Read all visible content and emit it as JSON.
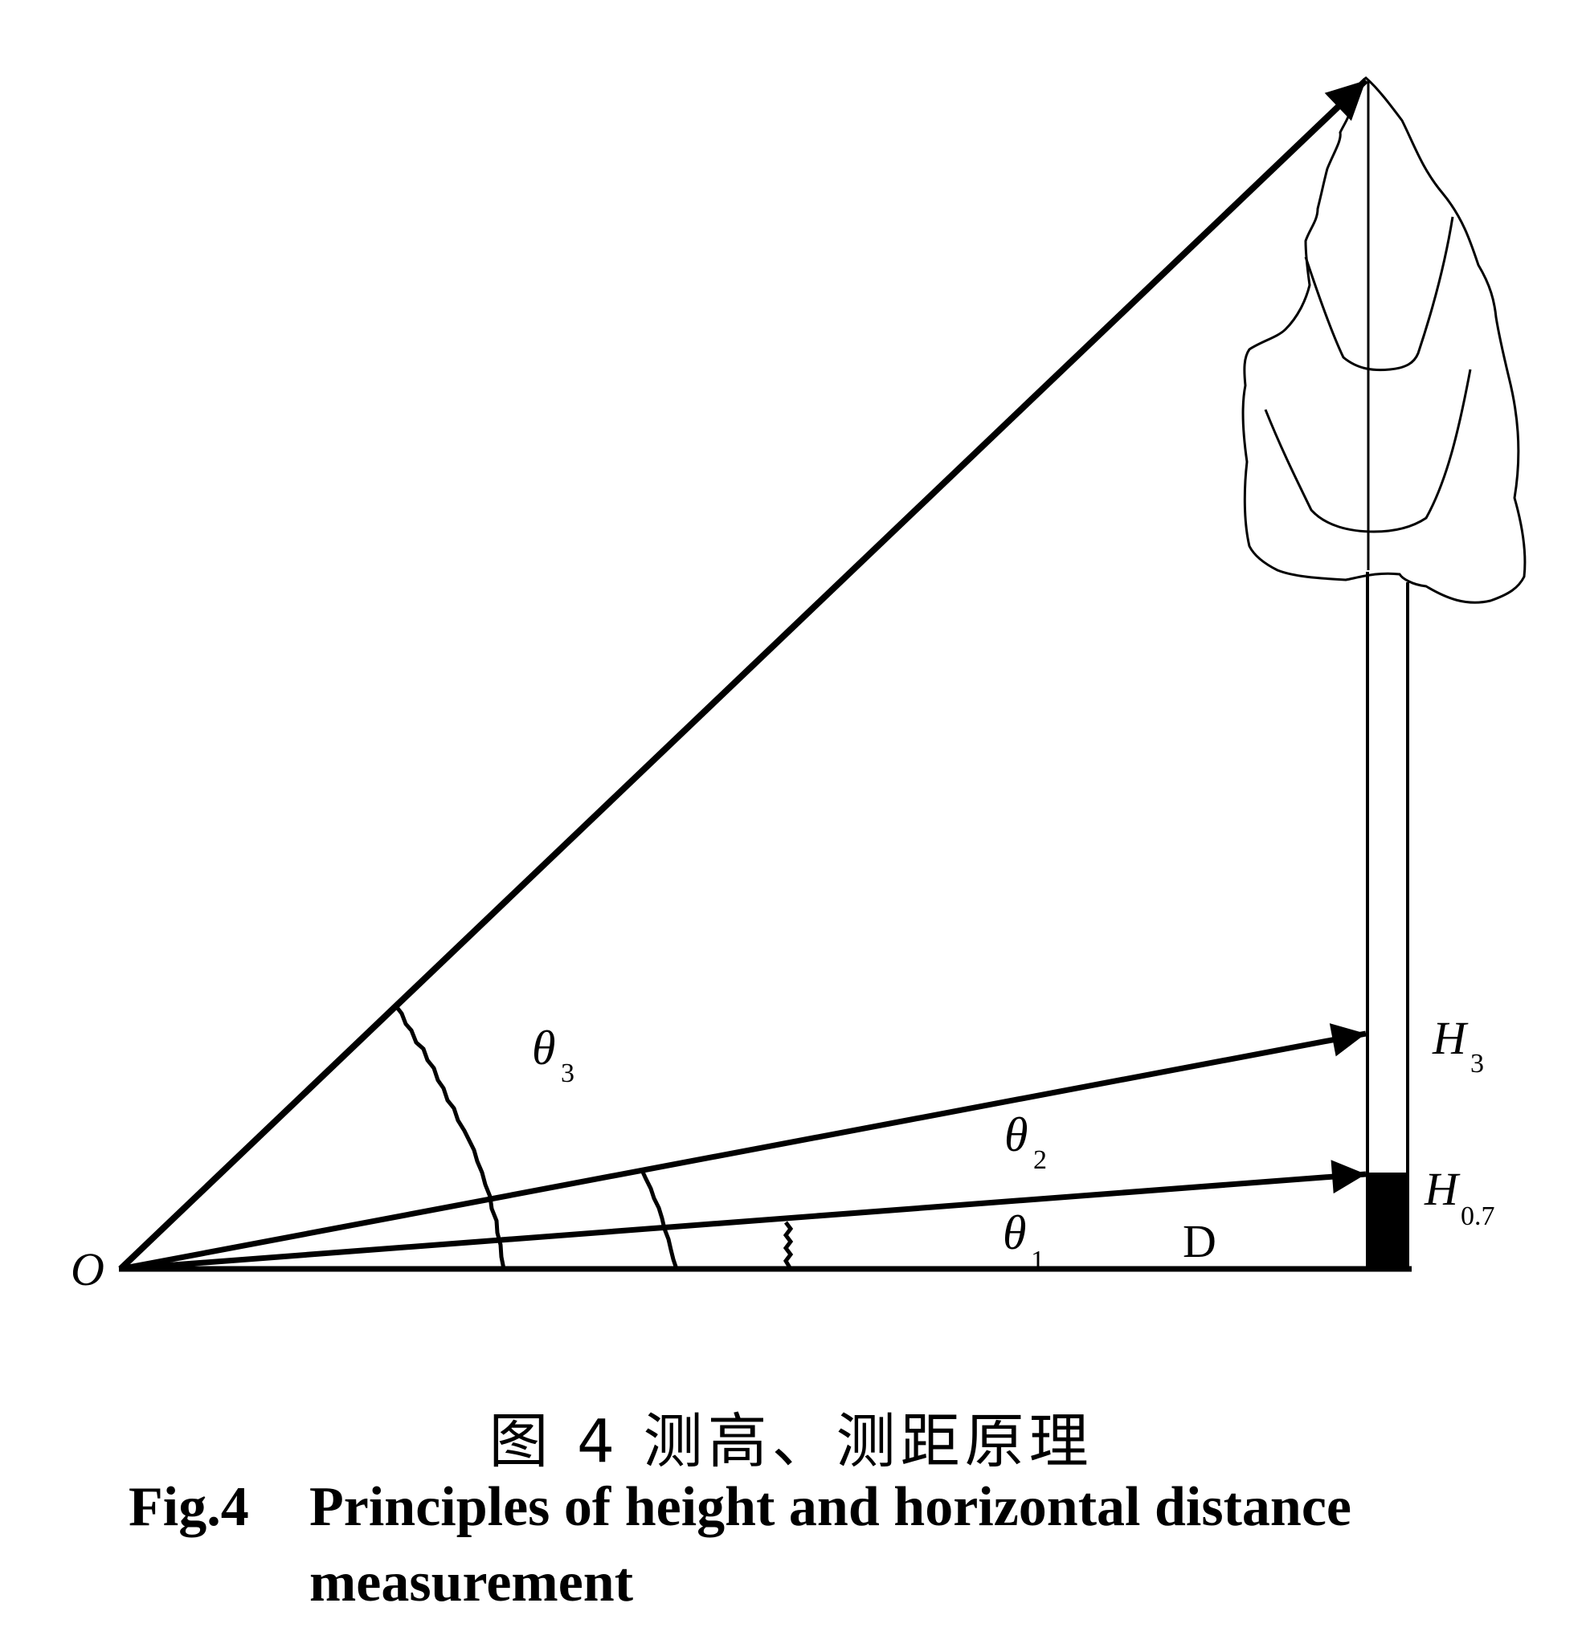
{
  "labels": {
    "origin": "O",
    "theta3_base": "θ",
    "theta3_sub": "3",
    "theta2_base": "θ",
    "theta2_sub": "2",
    "theta1_base": "θ",
    "theta1_sub": "1",
    "distance": "D",
    "h3_base": "H",
    "h3_sub": "3",
    "h07_base": "H",
    "h07_sub": "0.7"
  },
  "caption": {
    "chinese": "图 4 测高、测距原理",
    "fig_number": "Fig.4",
    "english_line1": "Principles of height and horizontal distance",
    "english_line2": "measurement"
  },
  "colors": {
    "ink": "#000000",
    "background": "#ffffff"
  }
}
